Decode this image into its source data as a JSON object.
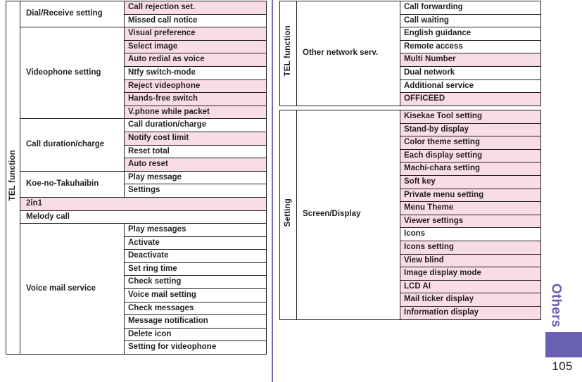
{
  "page": {
    "number": "105",
    "side_tab_label": "Others",
    "accent_purple": "#6960b2",
    "highlight_pink": "#f9dde6",
    "rule_color": "#231f20",
    "divider_color": "#6f6cb4"
  },
  "left_table": {
    "vertical_header": "TEL function",
    "groups": [
      {
        "category": "Dial/Receive setting",
        "items": [
          {
            "label": "Call rejection set.",
            "highlight": true
          },
          {
            "label": "Missed call notice",
            "highlight": false
          }
        ]
      },
      {
        "category": "Videophone setting",
        "items": [
          {
            "label": "Visual preference",
            "highlight": true
          },
          {
            "label": "Select image",
            "highlight": true
          },
          {
            "label": "Auto redial as voice",
            "highlight": true
          },
          {
            "label": "Ntfy switch-mode",
            "highlight": false
          },
          {
            "label": "Reject videophone",
            "highlight": true
          },
          {
            "label": "Hands-free switch",
            "highlight": true
          },
          {
            "label": "V.phone while packet",
            "highlight": true
          }
        ]
      },
      {
        "category": "Call duration/charge",
        "items": [
          {
            "label": "Call duration/charge",
            "highlight": false
          },
          {
            "label": "Notify cost limit",
            "highlight": true
          },
          {
            "label": "Reset total",
            "highlight": false
          },
          {
            "label": "Auto reset",
            "highlight": true
          }
        ]
      },
      {
        "category": "Koe-no-Takuhaibin",
        "items": [
          {
            "label": "Play message",
            "highlight": false
          },
          {
            "label": "Settings",
            "highlight": false
          }
        ]
      },
      {
        "category": "2in1",
        "span_full": true,
        "highlight": true,
        "items": []
      },
      {
        "category": "Melody call",
        "span_full": true,
        "highlight": false,
        "items": []
      },
      {
        "category": "Voice mail service",
        "items": [
          {
            "label": "Play messages",
            "highlight": false
          },
          {
            "label": "Activate",
            "highlight": false
          },
          {
            "label": "Deactivate",
            "highlight": false
          },
          {
            "label": "Set ring time",
            "highlight": false
          },
          {
            "label": "Check setting",
            "highlight": false
          },
          {
            "label": "Voice mail setting",
            "highlight": false
          },
          {
            "label": "Check messages",
            "highlight": false
          },
          {
            "label": "Message notification",
            "highlight": false
          },
          {
            "label": "Delete icon",
            "highlight": false
          },
          {
            "label": "Setting for videophone",
            "highlight": false
          }
        ]
      }
    ]
  },
  "right_table_tel": {
    "vertical_header": "TEL function",
    "groups": [
      {
        "category": "Other network serv.",
        "items": [
          {
            "label": "Call forwarding",
            "highlight": false
          },
          {
            "label": "Call waiting",
            "highlight": false
          },
          {
            "label": "English guidance",
            "highlight": false
          },
          {
            "label": "Remote access",
            "highlight": false
          },
          {
            "label": "Multi Number",
            "highlight": true
          },
          {
            "label": "Dual network",
            "highlight": false
          },
          {
            "label": "Additional service",
            "highlight": false
          },
          {
            "label": "OFFICEED",
            "highlight": true
          }
        ]
      }
    ]
  },
  "right_table_setting": {
    "vertical_header": "Setting",
    "groups": [
      {
        "category": "Screen/Display",
        "items": [
          {
            "label": "Kisekae Tool setting",
            "highlight": true
          },
          {
            "label": "Stand-by display",
            "highlight": true
          },
          {
            "label": "Color theme setting",
            "highlight": true
          },
          {
            "label": "Each display setting",
            "highlight": true
          },
          {
            "label": "Machi-chara setting",
            "highlight": true
          },
          {
            "label": "Soft key",
            "highlight": true
          },
          {
            "label": "Private menu setting",
            "highlight": true
          },
          {
            "label": "Menu Theme",
            "highlight": true
          },
          {
            "label": "Viewer settings",
            "highlight": true
          },
          {
            "label": "Icons",
            "highlight": false
          },
          {
            "label": "Icons setting",
            "highlight": true
          },
          {
            "label": "View blind",
            "highlight": true
          },
          {
            "label": "Image display mode",
            "highlight": true
          },
          {
            "label": "LCD AI",
            "highlight": true
          },
          {
            "label": "Mail ticker display",
            "highlight": true
          },
          {
            "label": "Information display",
            "highlight": true
          }
        ]
      }
    ]
  }
}
